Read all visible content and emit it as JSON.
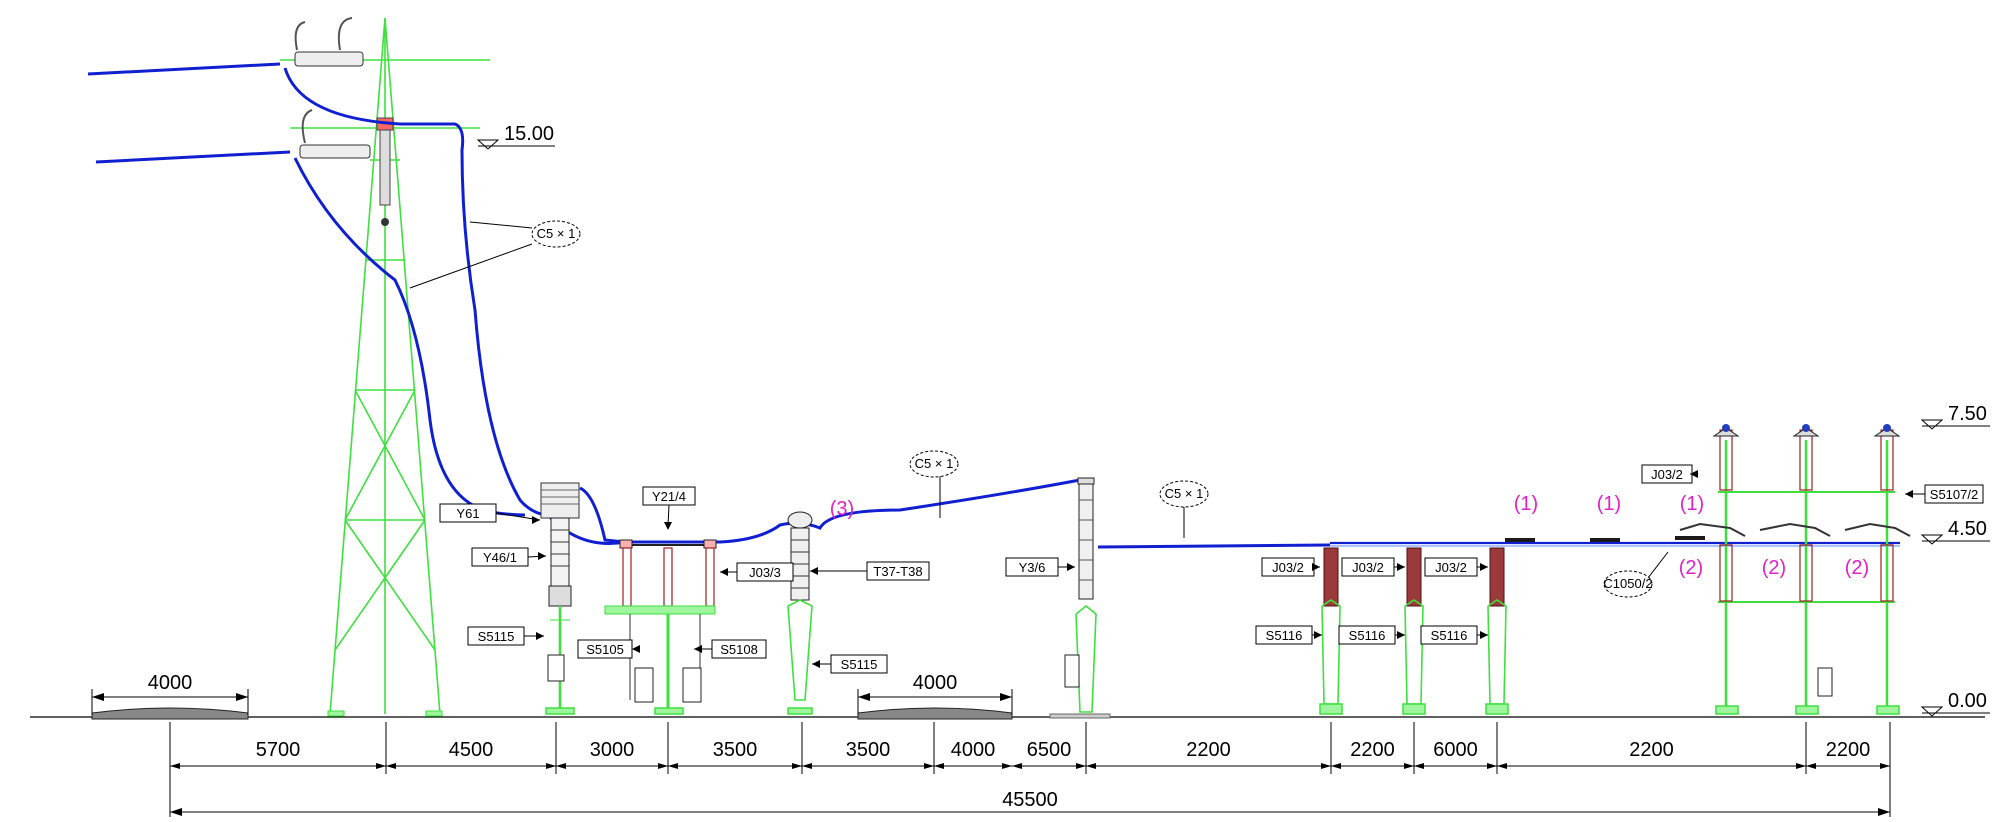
{
  "elevations": [
    {
      "value": "15.00"
    },
    {
      "value": "7.50"
    },
    {
      "value": "4.50"
    },
    {
      "value": "0.00"
    }
  ],
  "cable_labels": [
    "C5 × 1",
    "C5 × 1",
    "C5 × 1",
    "C1050/2"
  ],
  "equipment_labels": [
    "Y61",
    "Y46/1",
    "S5115",
    "Y21/4",
    "J03/3",
    "S5105",
    "S5108",
    "T37-T38",
    "S5115",
    "Y3/6",
    "J03/2",
    "J03/2",
    "J03/2",
    "S5116",
    "S5116",
    "S5116",
    "J03/2",
    "S5107/2"
  ],
  "markers": [
    "(3)",
    "(1)",
    "(1)",
    "(1)",
    "(2)",
    "(2)",
    "(2)"
  ],
  "pad_widths": [
    "4000",
    "4000"
  ],
  "dimensions": [
    "5700",
    "4500",
    "3000",
    "3500",
    "3500",
    "4000",
    "6500",
    "2200",
    "2200",
    "6000",
    "2200",
    "2200"
  ],
  "total_dimension": "45500",
  "colors": {
    "support": "#3ee03e",
    "conductor": "#1020d0",
    "marker": "#e020c8",
    "insulator": "#a02020"
  }
}
